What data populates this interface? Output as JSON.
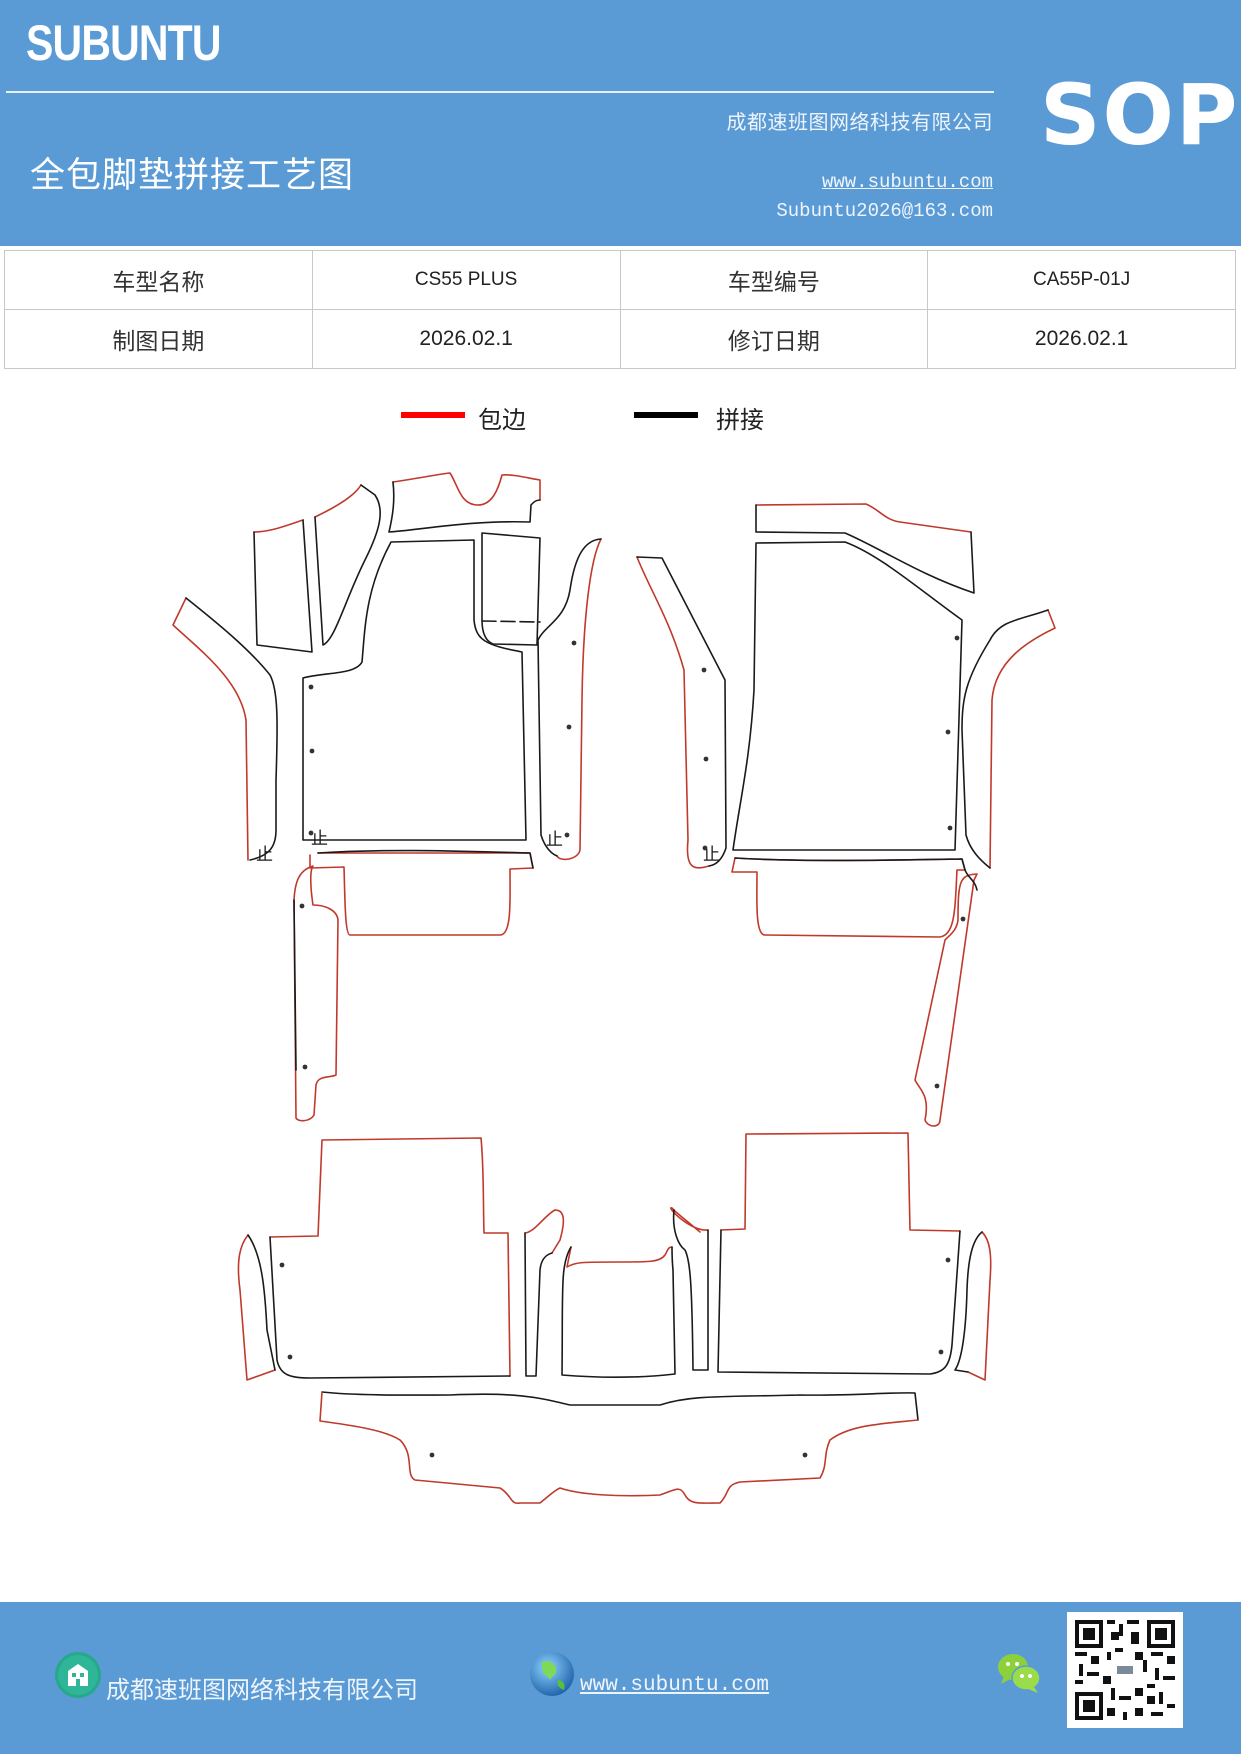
{
  "header": {
    "brand": "SUBUNTU",
    "company": "成都速班图网络科技有限公司",
    "title": "全包脚垫拼接工艺图",
    "website": "www.subuntu.com",
    "email": "Subuntu2026@163.com",
    "badge": "SOP",
    "background_color": "#5b9bd5"
  },
  "info_table": {
    "rows": [
      {
        "label1": "车型名称",
        "value1": "CS55 PLUS",
        "label2": "车型编号",
        "value2": "CA55P-01J"
      },
      {
        "label1": "制图日期",
        "value1": "2026.02.1",
        "label2": "修订日期",
        "value2": "2026.02.1"
      }
    ]
  },
  "legend": {
    "items": [
      {
        "label": "包边",
        "color": "#ff0000"
      },
      {
        "label": "拼接",
        "color": "#000000"
      }
    ]
  },
  "diagram": {
    "marker_label": "止",
    "edge_color": "#c0392b",
    "seam_color": "#1a1a1a"
  },
  "footer": {
    "company": "成都速班图网络科技有限公司",
    "website": "www.subuntu.com",
    "icons": [
      "building-icon",
      "globe-icon",
      "wechat-icon",
      "qr-code"
    ]
  }
}
